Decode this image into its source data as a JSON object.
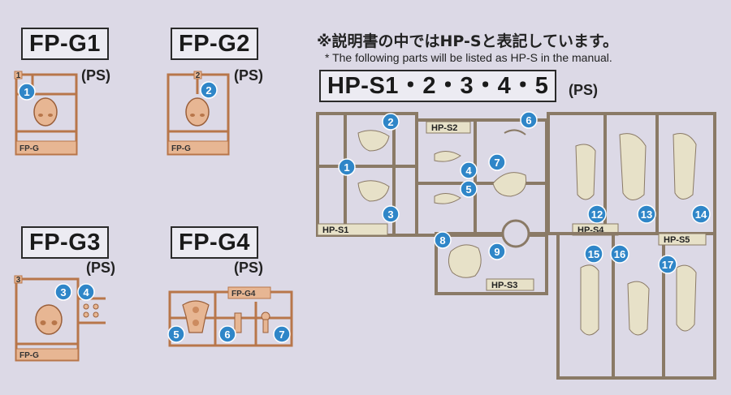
{
  "labels": {
    "fp_g1": "FP-G1",
    "fp_g2": "FP-G2",
    "fp_g3": "FP-G3",
    "fp_g4": "FP-G4",
    "hp_s": "HP-S1・2・3・4・5"
  },
  "ps": "(PS)",
  "note_jp": "※説明書の中ではHP-Sと表記しています。",
  "note_en": "* The following parts will be listed as HP-S in the manual.",
  "runner_tags": {
    "fp_g": "FP-G",
    "fp_g4": "FP-G4",
    "hp_s1": "HP-S1",
    "hp_s2": "HP-S2",
    "hp_s3": "HP-S3",
    "hp_s4": "HP-S4",
    "hp_s5": "HP-S5"
  },
  "runner_numbers": {
    "g1": "1",
    "g2": "2",
    "g3": "3"
  },
  "callouts": {
    "g1_1": "1",
    "g2_2": "2",
    "g3_3": "3",
    "g3_4": "4",
    "g4_5": "5",
    "g4_6": "6",
    "g4_7": "7",
    "hp_1": "1",
    "hp_2": "2",
    "hp_3": "3",
    "hp_4": "4",
    "hp_5": "5",
    "hp_6": "6",
    "hp_7": "7",
    "hp_8": "8",
    "hp_9": "9",
    "hp_12": "12",
    "hp_13": "13",
    "hp_14": "14",
    "hp_15": "15",
    "hp_16": "16",
    "hp_17": "17"
  },
  "colors": {
    "background": "#dcd9e6",
    "fp_runner": "#b8764a",
    "fp_part": "#e7b693",
    "hp_runner": "#8a7a66",
    "hp_part": "#e7e1c8",
    "callout": "#2f86c8"
  }
}
